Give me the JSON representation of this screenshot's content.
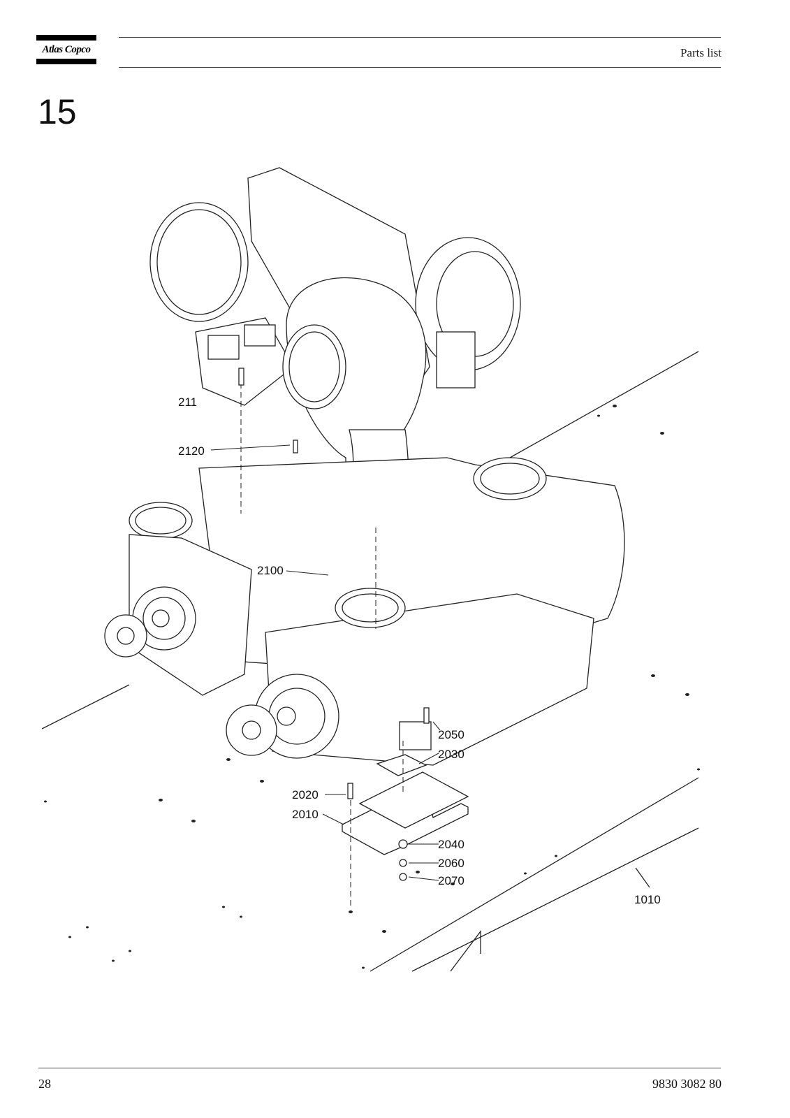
{
  "header": {
    "brand": "Atlas Copco",
    "title": "Parts list"
  },
  "section": {
    "number": "15"
  },
  "drawing": {
    "callouts": [
      "211",
      "2120",
      "2100",
      "2050",
      "2030",
      "2020",
      "2010",
      "2040",
      "2060",
      "2070",
      "1010"
    ]
  },
  "footer": {
    "page_number": "28",
    "document_number": "9830 3082 80"
  }
}
